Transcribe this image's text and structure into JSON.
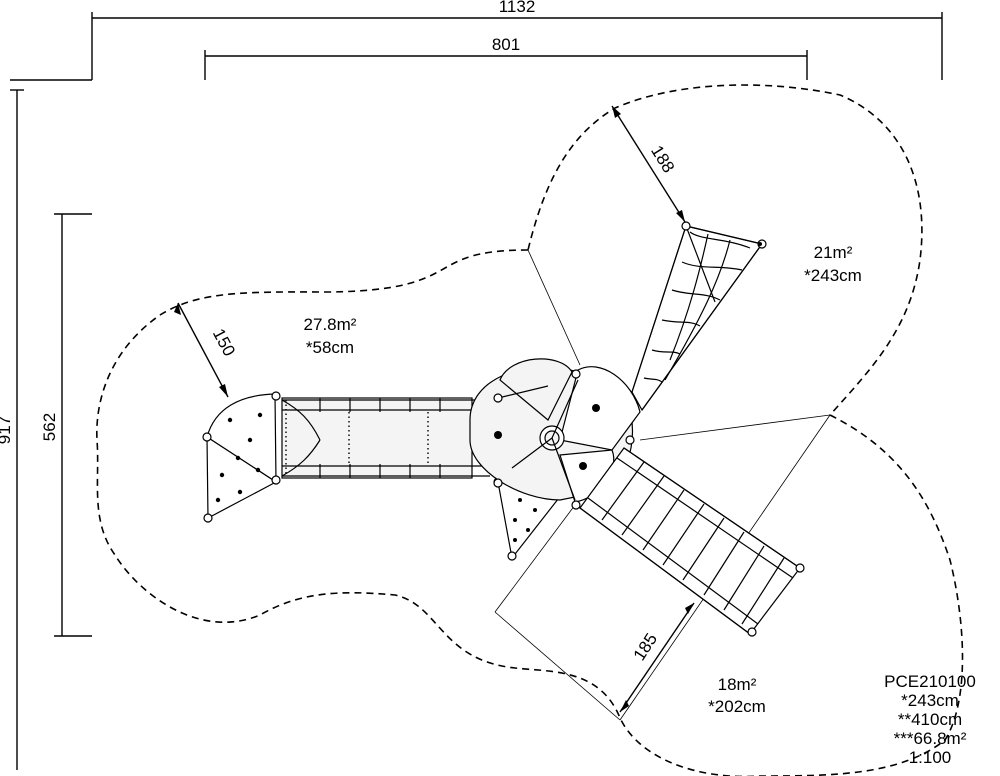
{
  "dimensions": {
    "overall_width": "1132",
    "equipment_width": "801",
    "overall_depth": "917",
    "equipment_depth": "562",
    "clearance_climber": "150",
    "clearance_net": "188",
    "clearance_ladder": "185"
  },
  "zones": {
    "left": {
      "area": "27.8m²",
      "fall_height": "*58cm"
    },
    "top_right": {
      "area": "21m²",
      "fall_height": "*243cm"
    },
    "bottom": {
      "area": "18m²",
      "fall_height": "*202cm"
    }
  },
  "info": {
    "model": "PCE210100",
    "free_height": "*243cm",
    "total_height": "**410cm",
    "total_area": "***66.8m²",
    "scale": "1:100"
  }
}
